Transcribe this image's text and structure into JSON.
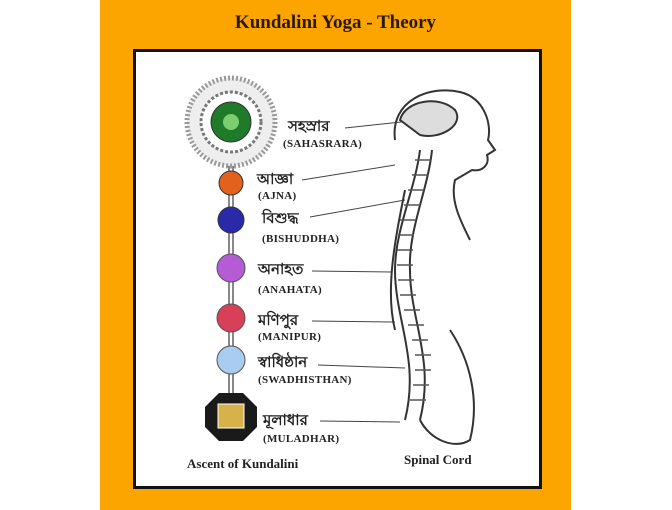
{
  "title": "Kundalini Yoga - Theory",
  "chakras": [
    {
      "bengali": "সহস্রার",
      "name": "(SAHASRARA)",
      "color": "#1f7a2a"
    },
    {
      "bengali": "আজ্ঞা",
      "name": "(AJNA)",
      "color": "#e2611c"
    },
    {
      "bengali": "বিশুদ্ধ",
      "name": "(BISHUDDHA)",
      "color": "#2a2aa8"
    },
    {
      "bengali": "অনাহত",
      "name": "(ANAHATA)",
      "color": "#b45bd6"
    },
    {
      "bengali": "মণিপুর",
      "name": "(MANIPUR)",
      "color": "#d8405a"
    },
    {
      "bengali": "স্বাধিষ্ঠান",
      "name": "(SWADHISTHAN)",
      "color": "#a9cdf0"
    },
    {
      "bengali": "মূলাধার",
      "name": "(MULADHAR)",
      "color": "#d7b24a"
    }
  ],
  "captions": {
    "left": "Ascent of Kundalini",
    "right": "Spinal Cord"
  },
  "colors": {
    "panel": "#fca400"
  }
}
